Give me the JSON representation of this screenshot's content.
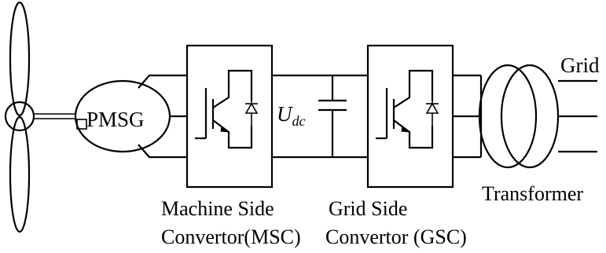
{
  "labels": {
    "generator": "PMSG",
    "dc_voltage_main": "U",
    "dc_voltage_sub": "dc",
    "grid": "Grid",
    "transformer": "Transformer",
    "msc_line1": "Machine Side",
    "msc_line2": "Convertor(MSC)",
    "gsc_line1": "Grid Side",
    "gsc_line2": "Convertor (GSC)"
  },
  "icons": {
    "turbine": "wind-turbine-icon",
    "generator": "generator-icon",
    "igbt": "igbt-switch-icon",
    "diode": "diode-icon",
    "capacitor": "capacitor-icon",
    "transformer": "transformer-icon"
  }
}
